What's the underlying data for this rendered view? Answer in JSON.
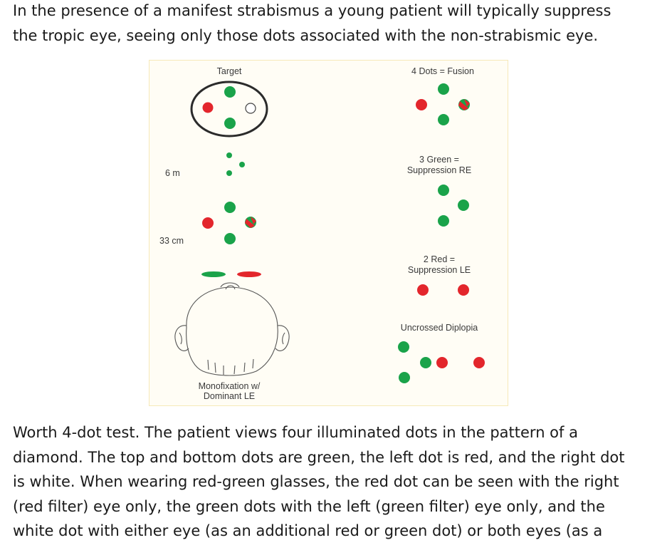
{
  "intro_text": "In the presence of a manifest strabismus  a young patient will typically suppress\nthe tropic eye, seeing only those dots associated with the non-strabismic eye.",
  "figure": {
    "left_column": {
      "target_label": "Target",
      "distance_far_label": "6 m",
      "distance_near_label": "33 cm",
      "caption_line1": "Monofixation w/",
      "caption_line2": "Dominant LE"
    },
    "right_column": {
      "fusion_label": "4 Dots = Fusion",
      "suppression_re_line1": "3 Green =",
      "suppression_re_line2": "Suppression RE",
      "suppression_le_line1": "2 Red =",
      "suppression_le_line2": "Suppression LE",
      "diplopia_label": "Uncrossed Diplopia"
    },
    "colors": {
      "green": "#1aa34a",
      "red": "#e3262c",
      "white": "#ffffff",
      "outline": "#2b2b2b",
      "panel_background": "#fffdf5"
    }
  },
  "body_text": "Worth 4-dot test. The patient views four illuminated dots in the pattern of a\ndiamond. The top and bottom dots are green, the left dot is red, and the right dot\nis white. When wearing red-green glasses, the red dot can be seen with the right\n(red filter) eye only, the green dots with the left (green filter) eye only, and the\nwhite dot with either eye (as an additional red or green dot) or both eyes (as a"
}
